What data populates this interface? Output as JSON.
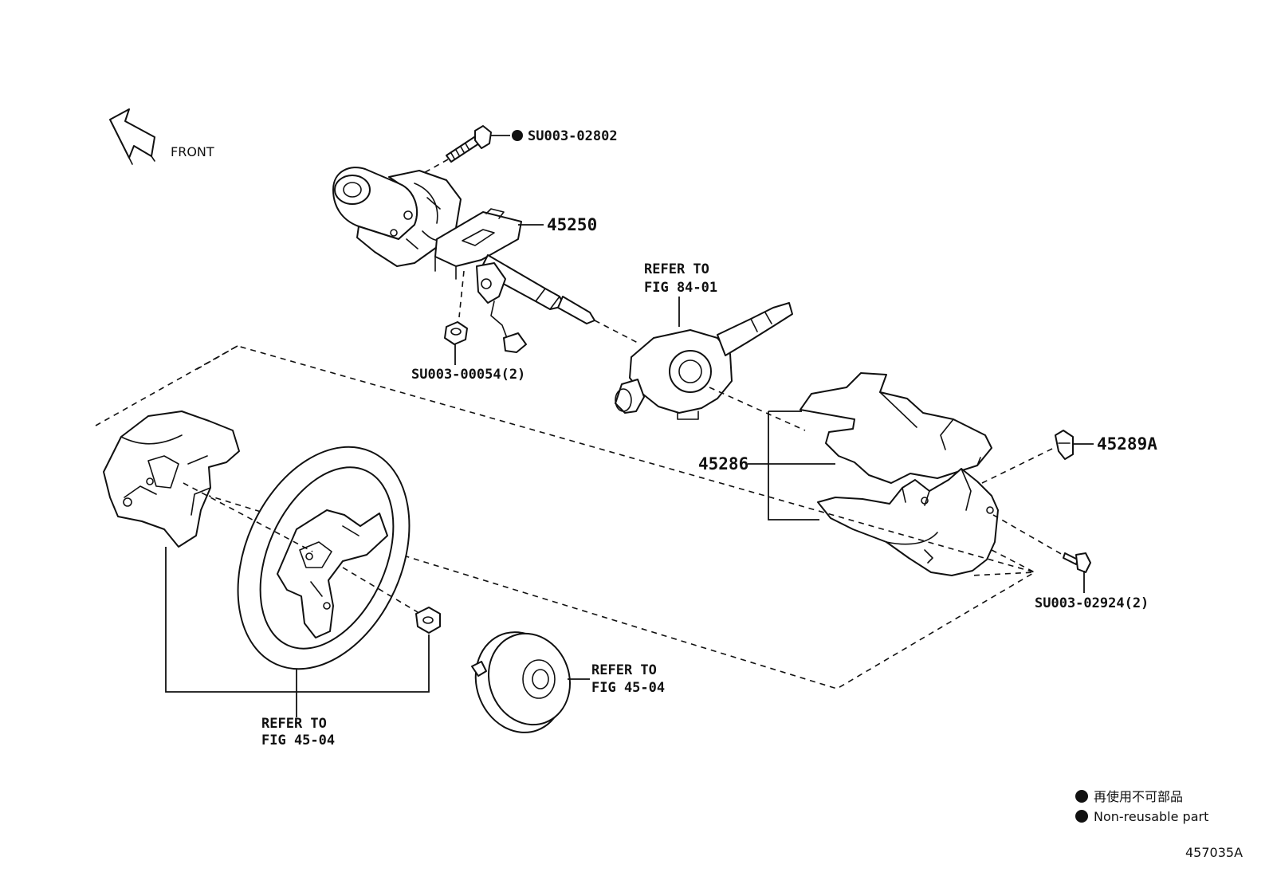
{
  "orientation": {
    "label": "FRONT"
  },
  "parts": {
    "steering_column": "45250",
    "column_cover": "45286",
    "clip": "45289A",
    "bolt": "SU003-02802",
    "nut": "SU003-00054(2)",
    "screw": "SU003-02924(2)"
  },
  "references": {
    "combination_switch": [
      "REFER TO",
      "FIG 84-01"
    ],
    "steering_wheel": [
      "REFER TO",
      "FIG 45-04"
    ],
    "airbag": [
      "REFER TO",
      "FIG 45-04"
    ]
  },
  "legend": {
    "symbol": "●",
    "text_jp": "再使用不可部品",
    "text_en": "Non-reusable part"
  },
  "figure_id": "457035A",
  "colors": {
    "ink": "#111111",
    "background": "#ffffff"
  }
}
